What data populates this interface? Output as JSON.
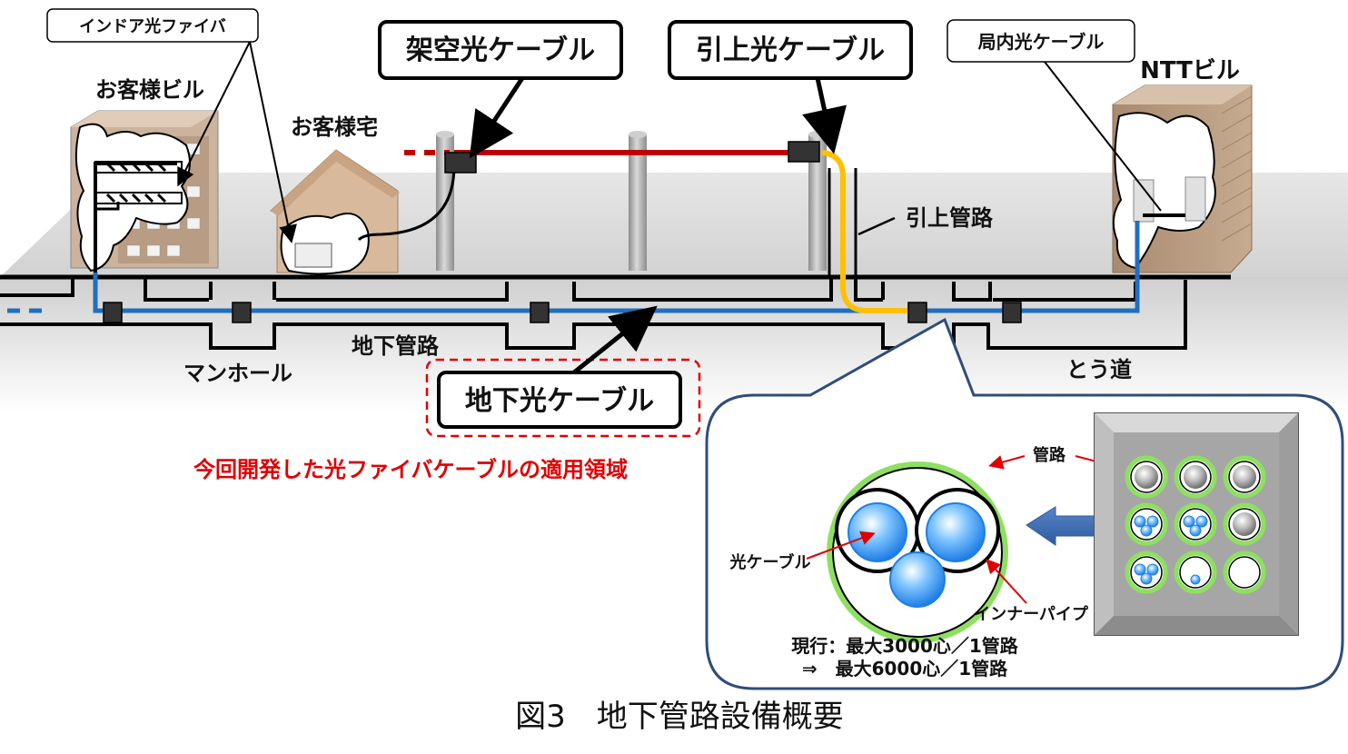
{
  "labels": {
    "indoor_fiber": "インドア光ファイバ",
    "customer_building": "お客様ビル",
    "customer_house": "お客様宅",
    "aerial_cable": "架空光ケーブル",
    "lead_in_cable": "引上光ケーブル",
    "in_office_cable": "局内光ケーブル",
    "ntt_building": "NTTビル",
    "lead_in_conduit": "引上管路",
    "underground_conduit": "地下管路",
    "manhole": "マンホール",
    "tunnel": "とう道",
    "underground_cable": "地下光ケーブル",
    "application_area": "今回開発した光ファイバケーブルの適用領域",
    "conduit": "管路",
    "optical_cable": "光ケーブル",
    "inner_pipe": "インナーパイプ",
    "current_capacity": "現行：最大3000心／1管路",
    "new_capacity": "⇒　最大6000心／1管路",
    "figure_caption": "図3　地下管路設備概要"
  },
  "colors": {
    "aerial": "#c00000",
    "lead_in": "#ffc000",
    "underground": "#1f6fbf",
    "ground": "#d9d9d9",
    "application_text": "#e00000",
    "conduit_ring": "#8ee060",
    "building_fill": "#c8ae96",
    "house_fill": "#d8b99b",
    "pole": "#aaaaaa"
  },
  "conduit_grid": [
    [
      "empty",
      "empty",
      "empty"
    ],
    [
      "pipes3",
      "pipes3",
      "empty"
    ],
    [
      "pipes3",
      "pipe1",
      "clear"
    ]
  ]
}
